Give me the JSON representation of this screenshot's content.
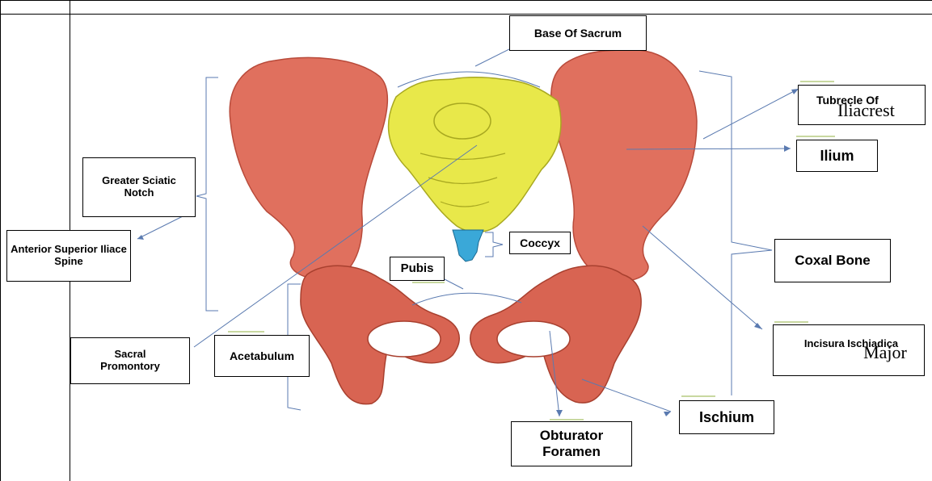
{
  "labels": {
    "base_of_sacrum": "Base Of Sacrum",
    "tubrecle_line1": "Tubrecle Of",
    "tubrecle_line2": "Iliacrest",
    "ilium": "Ilium",
    "greater_sciatic_notch": "Greater Sciatic Notch",
    "anterior_superior": "Anterior Superior Iliace Spine",
    "coccyx": "Coccyx",
    "pubis": "Pubis",
    "coxal_bone": "Coxal Bone",
    "incisura_line1": "Incisura Ischiadica",
    "incisura_line2": "Major",
    "sacral_promontory": "Sacral Promontory",
    "acetabulum": "Acetabulum",
    "ischium": "Ischium",
    "obturator_foramen": "Obturator Foramen"
  },
  "colors": {
    "bone": "#e0705e",
    "bone_dark": "#b84a3a",
    "sacrum": "#e8e84a",
    "coccyx": "#3aa8d8",
    "connector": "#4a78b8"
  }
}
